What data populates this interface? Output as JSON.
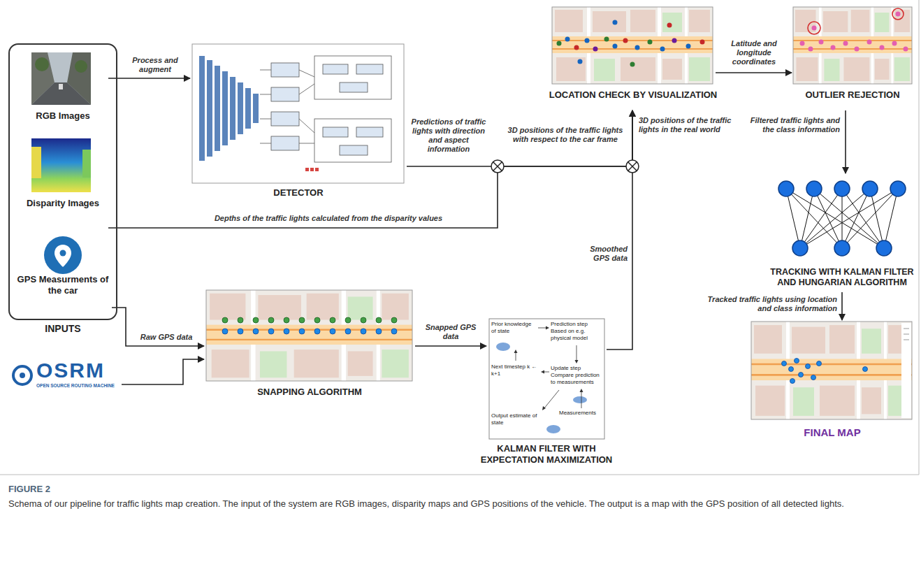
{
  "diagram": {
    "caption": "Schema of our pipeline for traffic lights map creation. The input of the system are RGB images, disparity maps and GPS positions of the vehicle. The output is a map with the GPS position of all detected lights.",
    "nodes": [
      {
        "text": [
          "INPUTS"
        ]
      },
      {
        "text": [
          "RGB Images"
        ],
        "in": 0
      },
      {
        "text": [
          "Disparity Images"
        ],
        "in": 0
      },
      {
        "text": [
          "GPS Measurments of the car"
        ],
        "in": 0
      },
      {
        "text": [
          "OSRM",
          "OPEN SOURCE ROUTING MACHINE"
        ]
      },
      {
        "text": [
          "DETECTOR"
        ]
      },
      {
        "text": [
          "SNAPPING ALGORITHM"
        ]
      },
      {
        "text": [
          "KALMAN FILTER WITH EXPECTATION MAXIMIZATION"
        ]
      },
      {
        "text": [
          "LOCATION CHECK BY VISUALIZATION"
        ]
      },
      {
        "text": [
          "OUTLIER REJECTION"
        ]
      },
      {
        "text": [
          "TRACKING WITH KALMAN FILTER AND HUNGARIAN ALGORITHM"
        ]
      },
      {
        "text": [
          "FINAL MAP"
        ]
      }
    ],
    "edges": [
      {
        "from": 1,
        "to": 5,
        "label": "Process and augment",
        "arrow": "to"
      },
      {
        "from": 5,
        "to": 8,
        "label": "Predictions of traffic lights with direction and aspect information",
        "arrow": "to"
      },
      {
        "from": 2,
        "to": 8,
        "label": "Depths of the traffic lights calculated from the disparity values",
        "arrow": "to"
      },
      {
        "from": 3,
        "to": 6,
        "label": "Raw GPS data",
        "arrow": "to"
      },
      {
        "from": 4,
        "to": 6,
        "arrow": "to"
      },
      {
        "from": 6,
        "to": 7,
        "label": "Snapped GPS data",
        "arrow": "to"
      },
      {
        "from": 7,
        "to": 8,
        "label": "Smoothed GPS data",
        "arrow": "to"
      },
      {
        "from": 8,
        "to": 9,
        "label": "Latitude and longitude coordinates",
        "arrow": "to"
      },
      {
        "from": 9,
        "to": 10,
        "label": "Filtered traffic lights and the class information",
        "arrow": "to"
      },
      {
        "from": 10,
        "to": 11,
        "label": "Tracked traffic lights using location and class information",
        "arrow": "to"
      }
    ],
    "labels": [
      "3D positions of the traffic lights with respect to the car frame",
      "3D positions of the traffic lights in the real world",
      "Prior knowledge of state",
      "Prediction step Based on e.g. physical model",
      "Next timestep k ← k+1",
      "Update step Compare prediction to measurements",
      "Measurements",
      "Output estimate of state",
      "FIGURE 2"
    ]
  }
}
